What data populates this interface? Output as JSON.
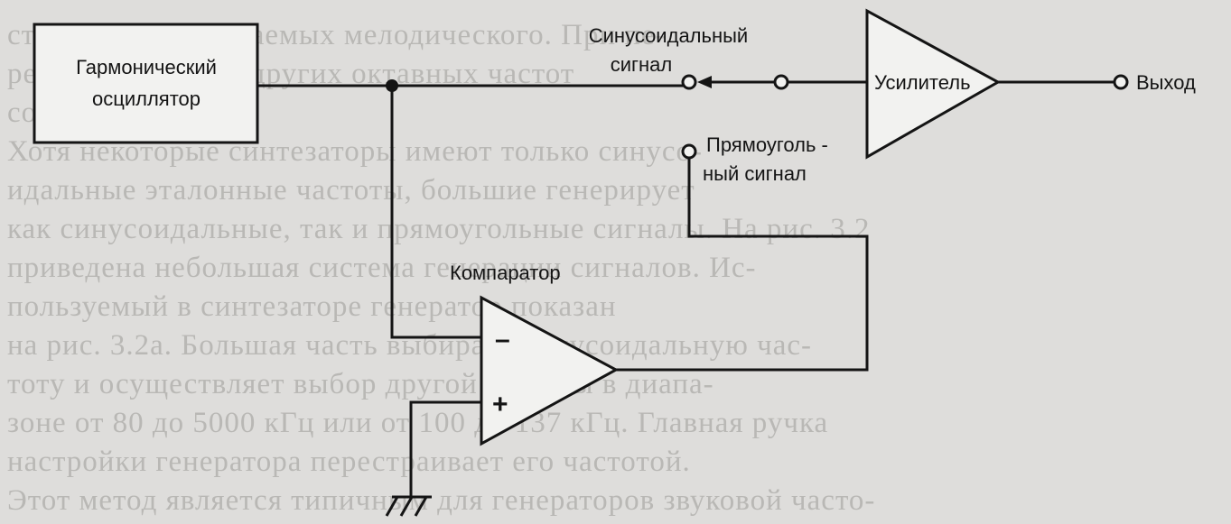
{
  "diagram": {
    "oscillator_label_line1": "Гармонический",
    "oscillator_label_line2": "осциллятор",
    "sine_label_line1": "Синусоидальный",
    "sine_label_line2": "сигнал",
    "square_label_line1": "Прямоуголь -",
    "square_label_line2": "ный сигнал",
    "amplifier_label": "Усилитель",
    "output_label": "Выход",
    "comparator_label": "Компаратор",
    "minus_symbol": "–",
    "plus_symbol": "+"
  },
  "background_text": [
    "ства частот, излучаемых мелодического. При пе-",
    "реходе к полосам других октавных частот",
    "сопротивление",
    "Хотя некоторые синтезаторы имеют только синусо-",
    "идальные эталонные частоты, большие генерирует",
    "как синусоидальные, так и прямоугольные сигналы. На рис. 3.2",
    "приведена небольшая система генерации сигналов. Ис-",
    "пользуемый в синтезаторе генератор показан",
    "на рис. 3.2а. Большая часть выбирает синусоидальную час-",
    "тоту и осуществляет выбор другой частоты в диапа-",
    "зоне от 80 до 5000 кГц или от 100 до 137 кГц. Главная ручка",
    "настройки генератора перестраивает его частотой.",
    "Этот метод является типичным для генераторов звуковой часто-"
  ]
}
